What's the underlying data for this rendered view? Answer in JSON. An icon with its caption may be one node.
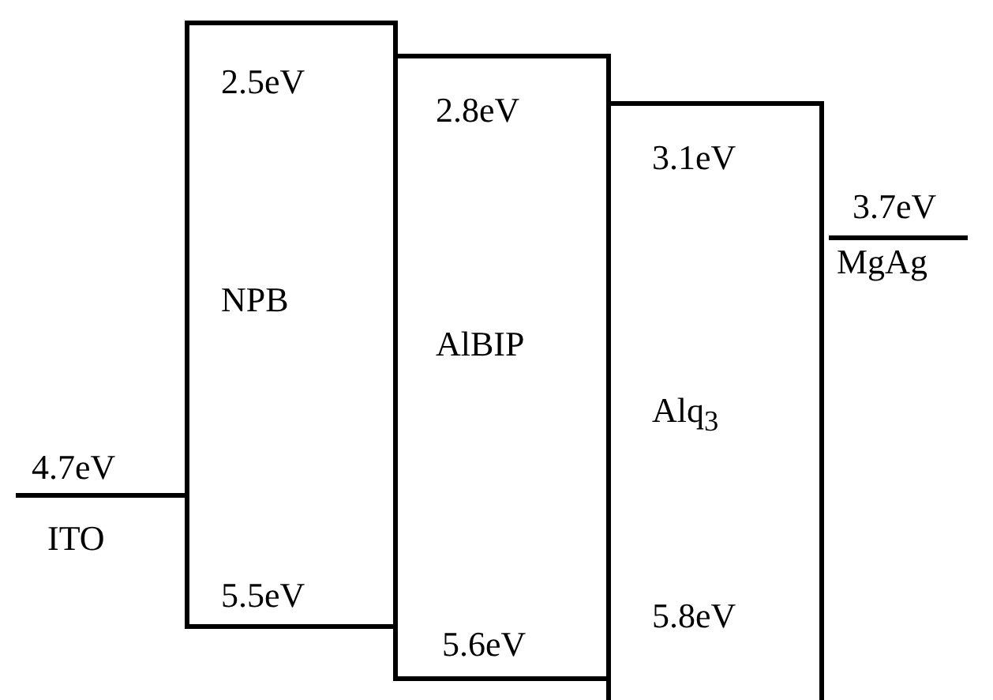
{
  "diagram": {
    "nodes": [
      {
        "text": [
          "4.7eV",
          "ITO"
        ]
      },
      {
        "text": [
          "2.5eV",
          "NPB",
          "5.5eV"
        ]
      },
      {
        "text": [
          "2.8eV",
          "AlBIP",
          "5.6eV"
        ]
      },
      {
        "text": [
          "3.1eV",
          "Alq$_{3}$",
          "5.8eV"
        ]
      },
      {
        "text": [
          "3.7eV",
          "MgAg"
        ]
      }
    ]
  }
}
